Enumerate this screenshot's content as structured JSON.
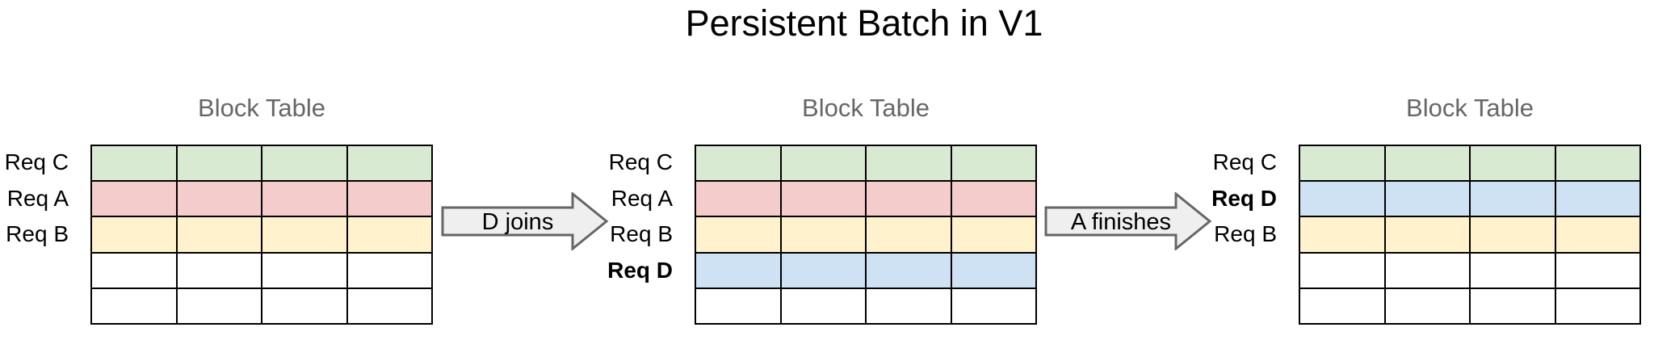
{
  "title": "Persistent Batch in V1",
  "colors": {
    "green": "#d9ead3",
    "red": "#f4cccc",
    "yellow": "#fff2cc",
    "blue": "#cfe2f3",
    "white": "#ffffff",
    "heading_gray": "#666666",
    "grid_border": "#000000",
    "arrow_fill": "#efefef",
    "arrow_stroke": "#666666"
  },
  "tables": [
    {
      "title": "Block Table",
      "columns": 4,
      "rows": [
        {
          "label": "Req C",
          "color": "green",
          "bold": false
        },
        {
          "label": "Req A",
          "color": "red",
          "bold": false
        },
        {
          "label": "Req B",
          "color": "yellow",
          "bold": false
        },
        {
          "label": "",
          "color": "white",
          "bold": false
        },
        {
          "label": "",
          "color": "white",
          "bold": false
        }
      ]
    },
    {
      "title": "Block Table",
      "columns": 4,
      "rows": [
        {
          "label": "Req C",
          "color": "green",
          "bold": false
        },
        {
          "label": "Req A",
          "color": "red",
          "bold": false
        },
        {
          "label": "Req B",
          "color": "yellow",
          "bold": false
        },
        {
          "label": "Req D",
          "color": "blue",
          "bold": true
        },
        {
          "label": "",
          "color": "white",
          "bold": false
        }
      ]
    },
    {
      "title": "Block Table",
      "columns": 4,
      "rows": [
        {
          "label": "Req C",
          "color": "green",
          "bold": false
        },
        {
          "label": "Req D",
          "color": "blue",
          "bold": true
        },
        {
          "label": "Req B",
          "color": "yellow",
          "bold": false
        },
        {
          "label": "",
          "color": "white",
          "bold": false
        },
        {
          "label": "",
          "color": "white",
          "bold": false
        }
      ]
    }
  ],
  "arrows": [
    {
      "label": "D joins"
    },
    {
      "label": "A finishes"
    }
  ]
}
